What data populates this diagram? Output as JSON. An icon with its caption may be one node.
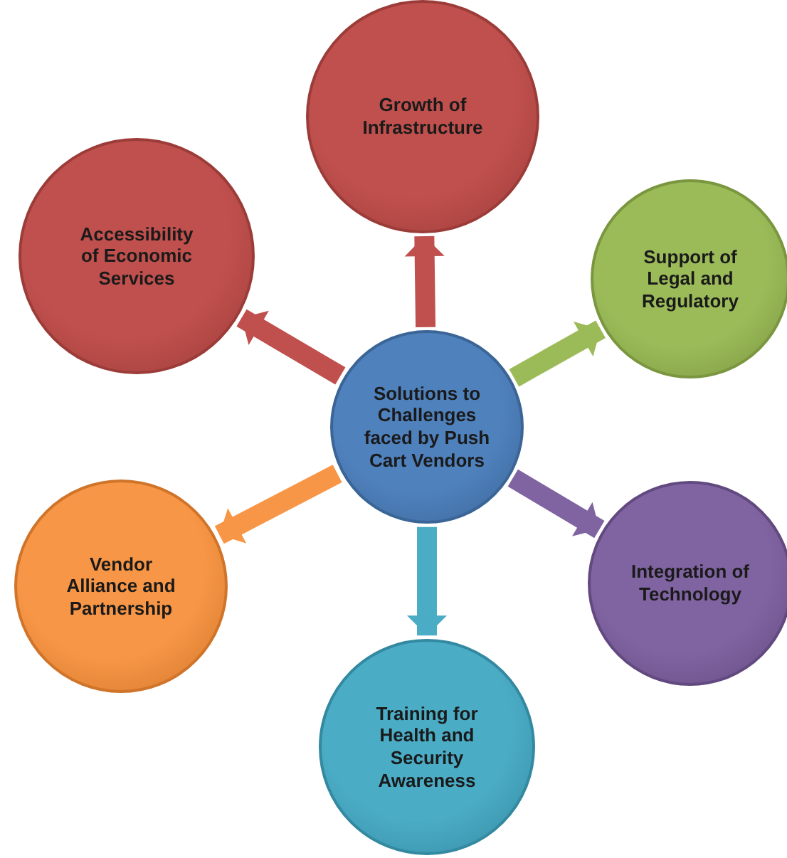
{
  "diagram": {
    "nodes": [
      {
        "text": [
          "Growth of Infrastructure"
        ]
      },
      {
        "text": [
          "Accessibility of Economic Services"
        ]
      },
      {
        "text": [
          "Support of Legal and Regulatory"
        ]
      },
      {
        "text": [
          "Solutions to Challenges faced by Push Cart Vendors"
        ]
      },
      {
        "text": [
          "Vendor Alliance and Partnership"
        ]
      },
      {
        "text": [
          "Integration of Technology"
        ]
      },
      {
        "text": [
          "Training for Health and Security Awareness"
        ]
      }
    ],
    "edges": [
      {
        "from": 3,
        "to": 0,
        "arrow": "to",
        "color": "#c0504d"
      },
      {
        "from": 3,
        "to": 1,
        "arrow": "to",
        "color": "#c0504d"
      },
      {
        "from": 3,
        "to": 2,
        "arrow": "to",
        "color": "#9bbb59"
      },
      {
        "from": 3,
        "to": 4,
        "arrow": "to",
        "color": "#f79646"
      },
      {
        "from": 3,
        "to": 5,
        "arrow": "to",
        "color": "#8064a2"
      },
      {
        "from": 3,
        "to": 6,
        "arrow": "to",
        "color": "#4bacc6"
      }
    ]
  }
}
